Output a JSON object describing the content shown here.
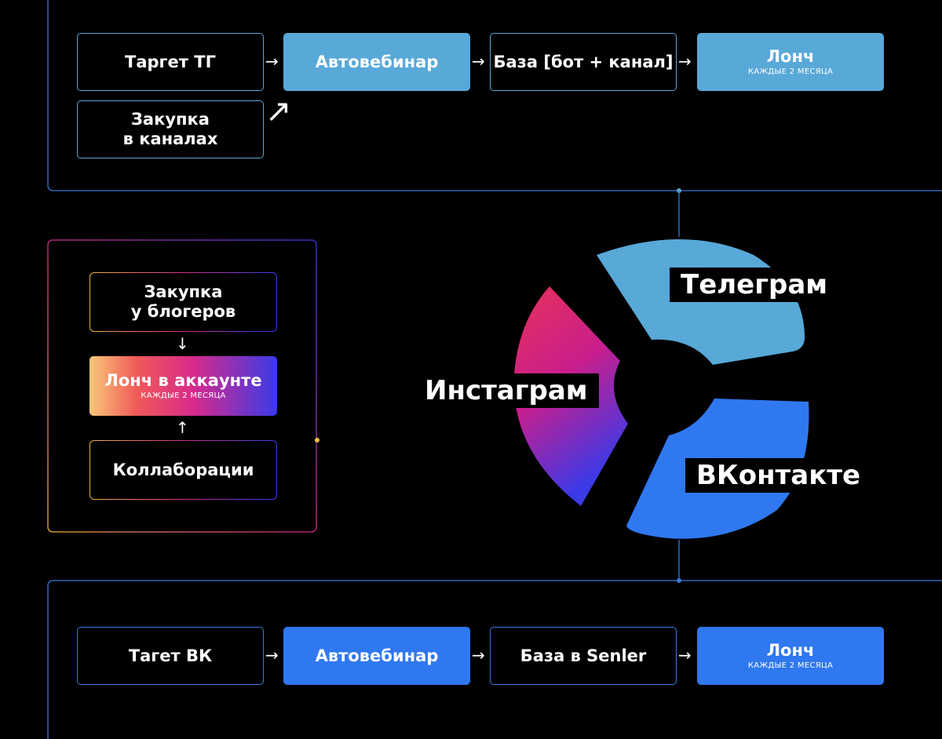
{
  "telegram_flow": {
    "target_tg": "Таргет ТГ",
    "purchase_channels_line1": "Закупка",
    "purchase_channels_line2": "в каналах",
    "autowebinar": "Автовебинар",
    "base": "База [бот + канал]",
    "launch": "Лонч",
    "launch_note": "КАЖДЫЕ 2 МЕСЯЦА"
  },
  "instagram_flow": {
    "bloggers_line1": "Закупка",
    "bloggers_line2": "у блогеров",
    "launch": "Лонч в аккаунте",
    "launch_note": "КАЖДЫЕ 2 МЕСЯЦА",
    "collabs": "Коллаборации"
  },
  "vk_flow": {
    "target_vk": "Тагет ВК",
    "autowebinar": "Автовебинар",
    "base": "База в Senler",
    "launch": "Лонч",
    "launch_note": "КАЖДЫЕ 2 МЕСЯЦА"
  },
  "ring": {
    "telegram": "Телеграм",
    "instagram": "Инстаграм",
    "vkontakte": "ВКонтакте"
  },
  "colors": {
    "telegram": "#58a8d8",
    "vk": "#2f78f0",
    "instagram_gradient": [
      "#e8325a",
      "#c81e8c",
      "#3a3ae8"
    ],
    "background": "#000000"
  }
}
